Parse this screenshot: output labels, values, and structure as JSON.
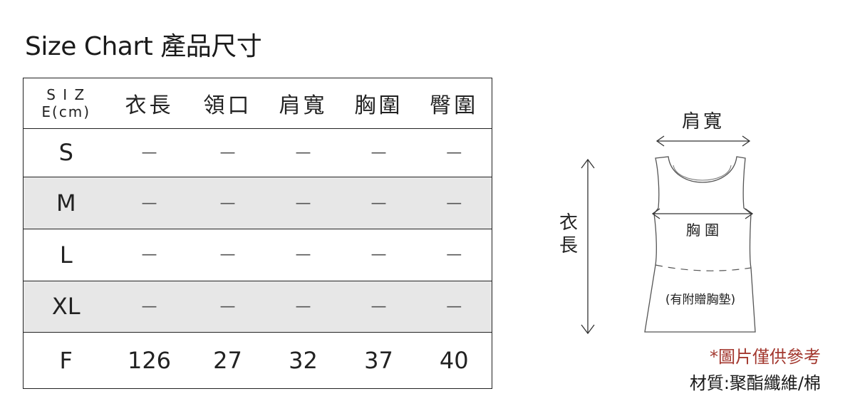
{
  "title": "Size Chart 產品尺寸",
  "table": {
    "header_size": "S I Z E(cm)",
    "columns": [
      "衣長",
      "領口",
      "肩寬",
      "胸圍",
      "臀圍"
    ],
    "rows": [
      {
        "size": "S",
        "values": [
          "—",
          "—",
          "—",
          "—",
          "—"
        ]
      },
      {
        "size": "M",
        "values": [
          "—",
          "—",
          "—",
          "—",
          "—"
        ]
      },
      {
        "size": "L",
        "values": [
          "—",
          "—",
          "—",
          "—",
          "—"
        ]
      },
      {
        "size": "XL",
        "values": [
          "—",
          "—",
          "—",
          "—",
          "—"
        ]
      },
      {
        "size": "F",
        "values": [
          "126",
          "27",
          "32",
          "37",
          "40"
        ]
      }
    ]
  },
  "diagram": {
    "shoulder_label": "肩寬",
    "length_label_1": "衣",
    "length_label_2": "長",
    "chest_label": "胸 圍",
    "pad_note": "(有附贈胸墊)"
  },
  "notes": {
    "image_reference": "*圖片僅供參考",
    "material": "材質:聚酯纖維/棉"
  },
  "colors": {
    "row_shade": "#e7e7e7",
    "note_red": "#a3382f",
    "line": "#222222"
  }
}
